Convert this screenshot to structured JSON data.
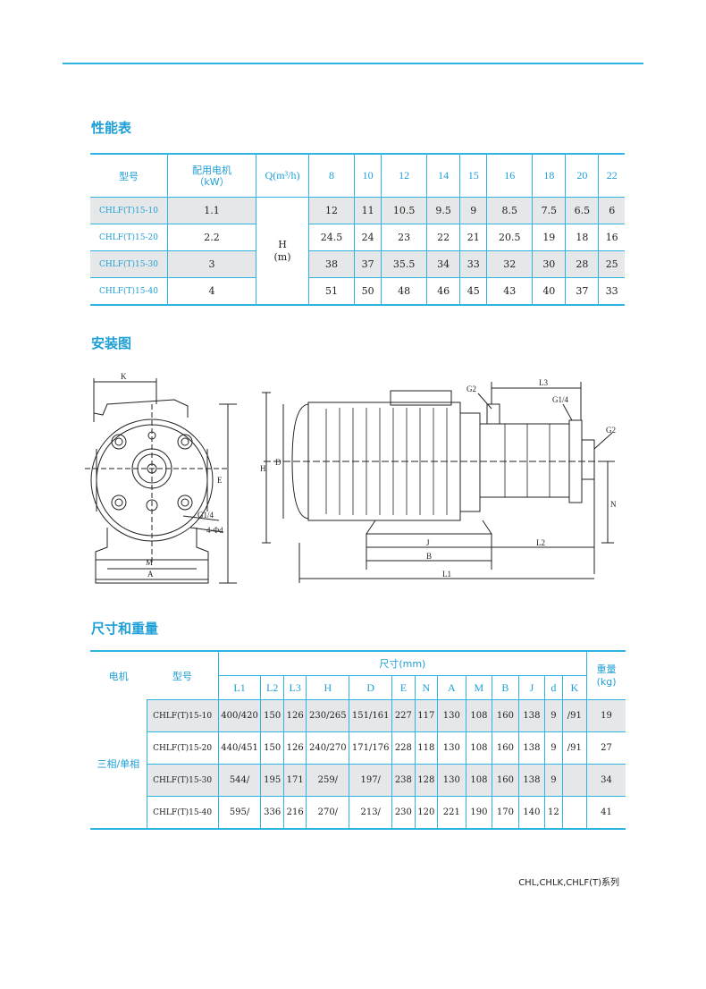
{
  "sections": {
    "performance": "性能表",
    "installation": "安装图",
    "dimensions": "尺寸和重量"
  },
  "performance_table": {
    "model_header": "型号",
    "motor_header_line1": "配用电机",
    "motor_header_line2": "（kW）",
    "flow_header": "Q(m³/h)",
    "flows": [
      "8",
      "10",
      "12",
      "14",
      "15",
      "16",
      "18",
      "20",
      "22"
    ],
    "head_label_line1": "H",
    "head_label_line2": "(m)",
    "rows": [
      {
        "model": "CHLF(T)15-10",
        "kw": "1.1",
        "values": [
          "12",
          "11",
          "10.5",
          "9.5",
          "9",
          "8.5",
          "7.5",
          "6.5",
          "6"
        ]
      },
      {
        "model": "CHLF(T)15-20",
        "kw": "2.2",
        "values": [
          "24.5",
          "24",
          "23",
          "22",
          "21",
          "20.5",
          "19",
          "18",
          "16"
        ]
      },
      {
        "model": "CHLF(T)15-30",
        "kw": "3",
        "values": [
          "38",
          "37",
          "35.5",
          "34",
          "33",
          "32",
          "30",
          "28",
          "25"
        ]
      },
      {
        "model": "CHLF(T)15-40",
        "kw": "4",
        "values": [
          "51",
          "50",
          "48",
          "46",
          "45",
          "43",
          "40",
          "37",
          "33"
        ]
      }
    ]
  },
  "drawing_labels": {
    "K": "K",
    "E": "E",
    "G14_left": "G1/4",
    "phi": "4-Φd",
    "M": "M",
    "A": "A",
    "H": "H",
    "D": "D",
    "G2_top": "G2",
    "L3": "L3",
    "G14_right": "G1/4",
    "G2_right": "G2",
    "N": "N",
    "J": "J",
    "L2": "L2",
    "B": "B",
    "L1": "L1"
  },
  "dimension_table": {
    "motor_header": "电机",
    "model_header": "型号",
    "size_header": "尺寸(mm)",
    "weight_header_line1": "重量",
    "weight_header_line2": "(kg)",
    "columns": [
      "L1",
      "L2",
      "L3",
      "H",
      "D",
      "E",
      "N",
      "A",
      "M",
      "B",
      "J",
      "d",
      "K"
    ],
    "motor_type": "三相/单相",
    "rows": [
      {
        "model": "CHLF(T)15-10",
        "values": [
          "400/420",
          "150",
          "126",
          "230/265",
          "151/161",
          "227",
          "117",
          "130",
          "108",
          "160",
          "138",
          "9",
          "/91"
        ],
        "weight": "19"
      },
      {
        "model": "CHLF(T)15-20",
        "values": [
          "440/451",
          "150",
          "126",
          "240/270",
          "171/176",
          "228",
          "118",
          "130",
          "108",
          "160",
          "138",
          "9",
          "/91"
        ],
        "weight": "27"
      },
      {
        "model": "CHLF(T)15-30",
        "values": [
          "544/",
          "195",
          "171",
          "259/",
          "197/",
          "238",
          "128",
          "130",
          "108",
          "160",
          "138",
          "9",
          ""
        ],
        "weight": "34"
      },
      {
        "model": "CHLF(T)15-40",
        "values": [
          "595/",
          "336",
          "216",
          "270/",
          "213/",
          "230",
          "120",
          "221",
          "190",
          "170",
          "140",
          "12",
          ""
        ],
        "weight": "41"
      }
    ]
  },
  "footer": "CHL,CHLK,CHLF(T)系列",
  "colors": {
    "accent": "#2fb3e0",
    "shade": "#e6e7e8"
  }
}
